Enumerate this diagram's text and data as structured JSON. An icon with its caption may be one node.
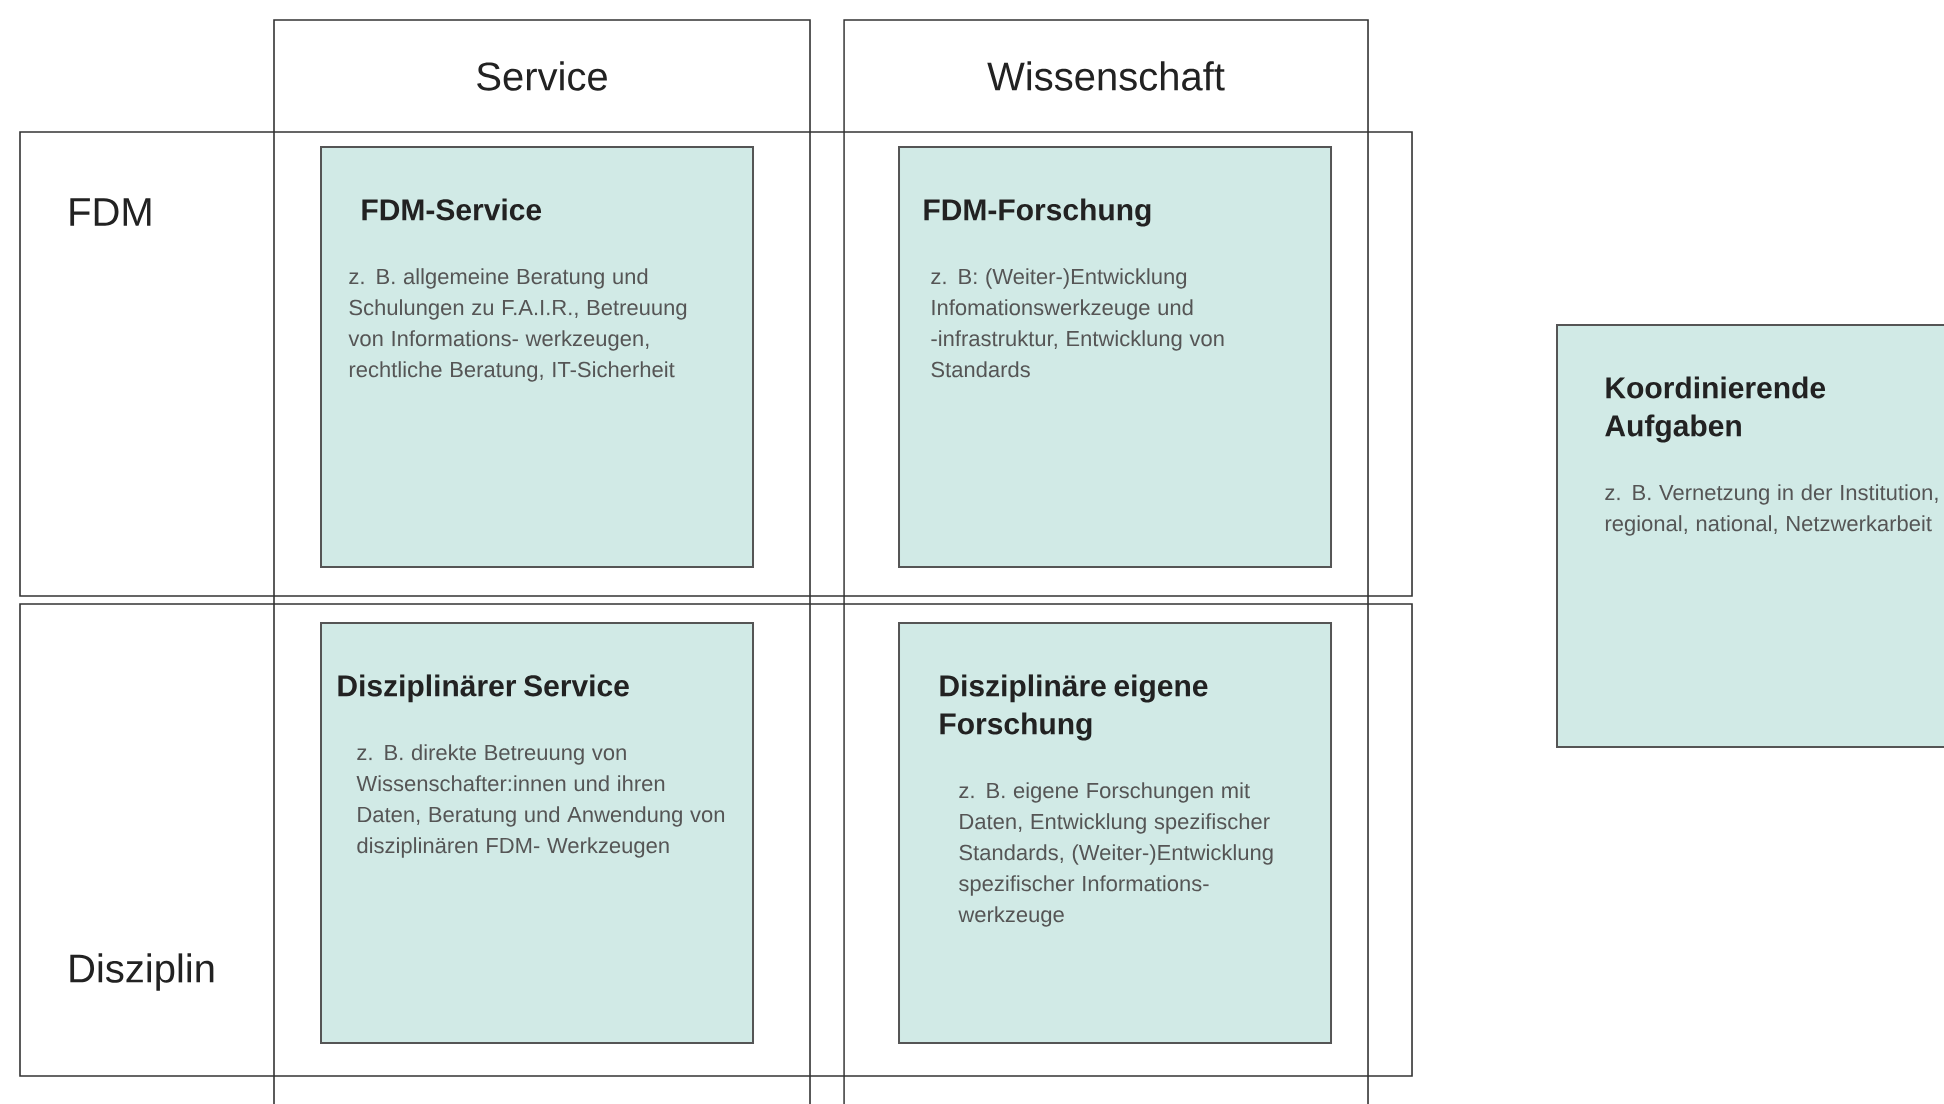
{
  "diagram": {
    "nodes": [
      {
        "text": [
          "Service"
        ]
      },
      {
        "text": [
          "Wissenschaft"
        ]
      },
      {
        "text": [
          "FDM"
        ]
      },
      {
        "text": [
          "Disziplin"
        ]
      },
      {
        "text": [
          "FDM-Service",
          "z. B. allgemeine Beratung und Schulungen zu F.A.I.R., Betreuung von Informations- werkzeugen, rechtliche Beratung, IT-Sicherheit"
        ]
      },
      {
        "text": [
          "FDM-Forschung",
          "z. B: (Weiter-)Entwicklung Infomationswerkzeuge und -infrastruktur, Entwicklung von Standards"
        ]
      },
      {
        "text": [
          "Disziplinärer Service",
          "z. B. direkte Betreuung von Wissenschafter:innen und ihren Daten, Beratung und Anwendung von disziplinären FDM- Werkzeugen"
        ]
      },
      {
        "text": [
          "Disziplinäre eigene Forschung",
          "z. B. eigene Forschungen mit Daten, Entwicklung spezifischer Standards, (Weiter-)Entwicklung spezifischer Informations- werkzeuge"
        ]
      },
      {
        "text": [
          "Koordinierende Aufgaben",
          "z. B. Vernetzung in der Institution, regional, national, Netzwerkarbeit"
        ]
      }
    ],
    "edges": []
  }
}
